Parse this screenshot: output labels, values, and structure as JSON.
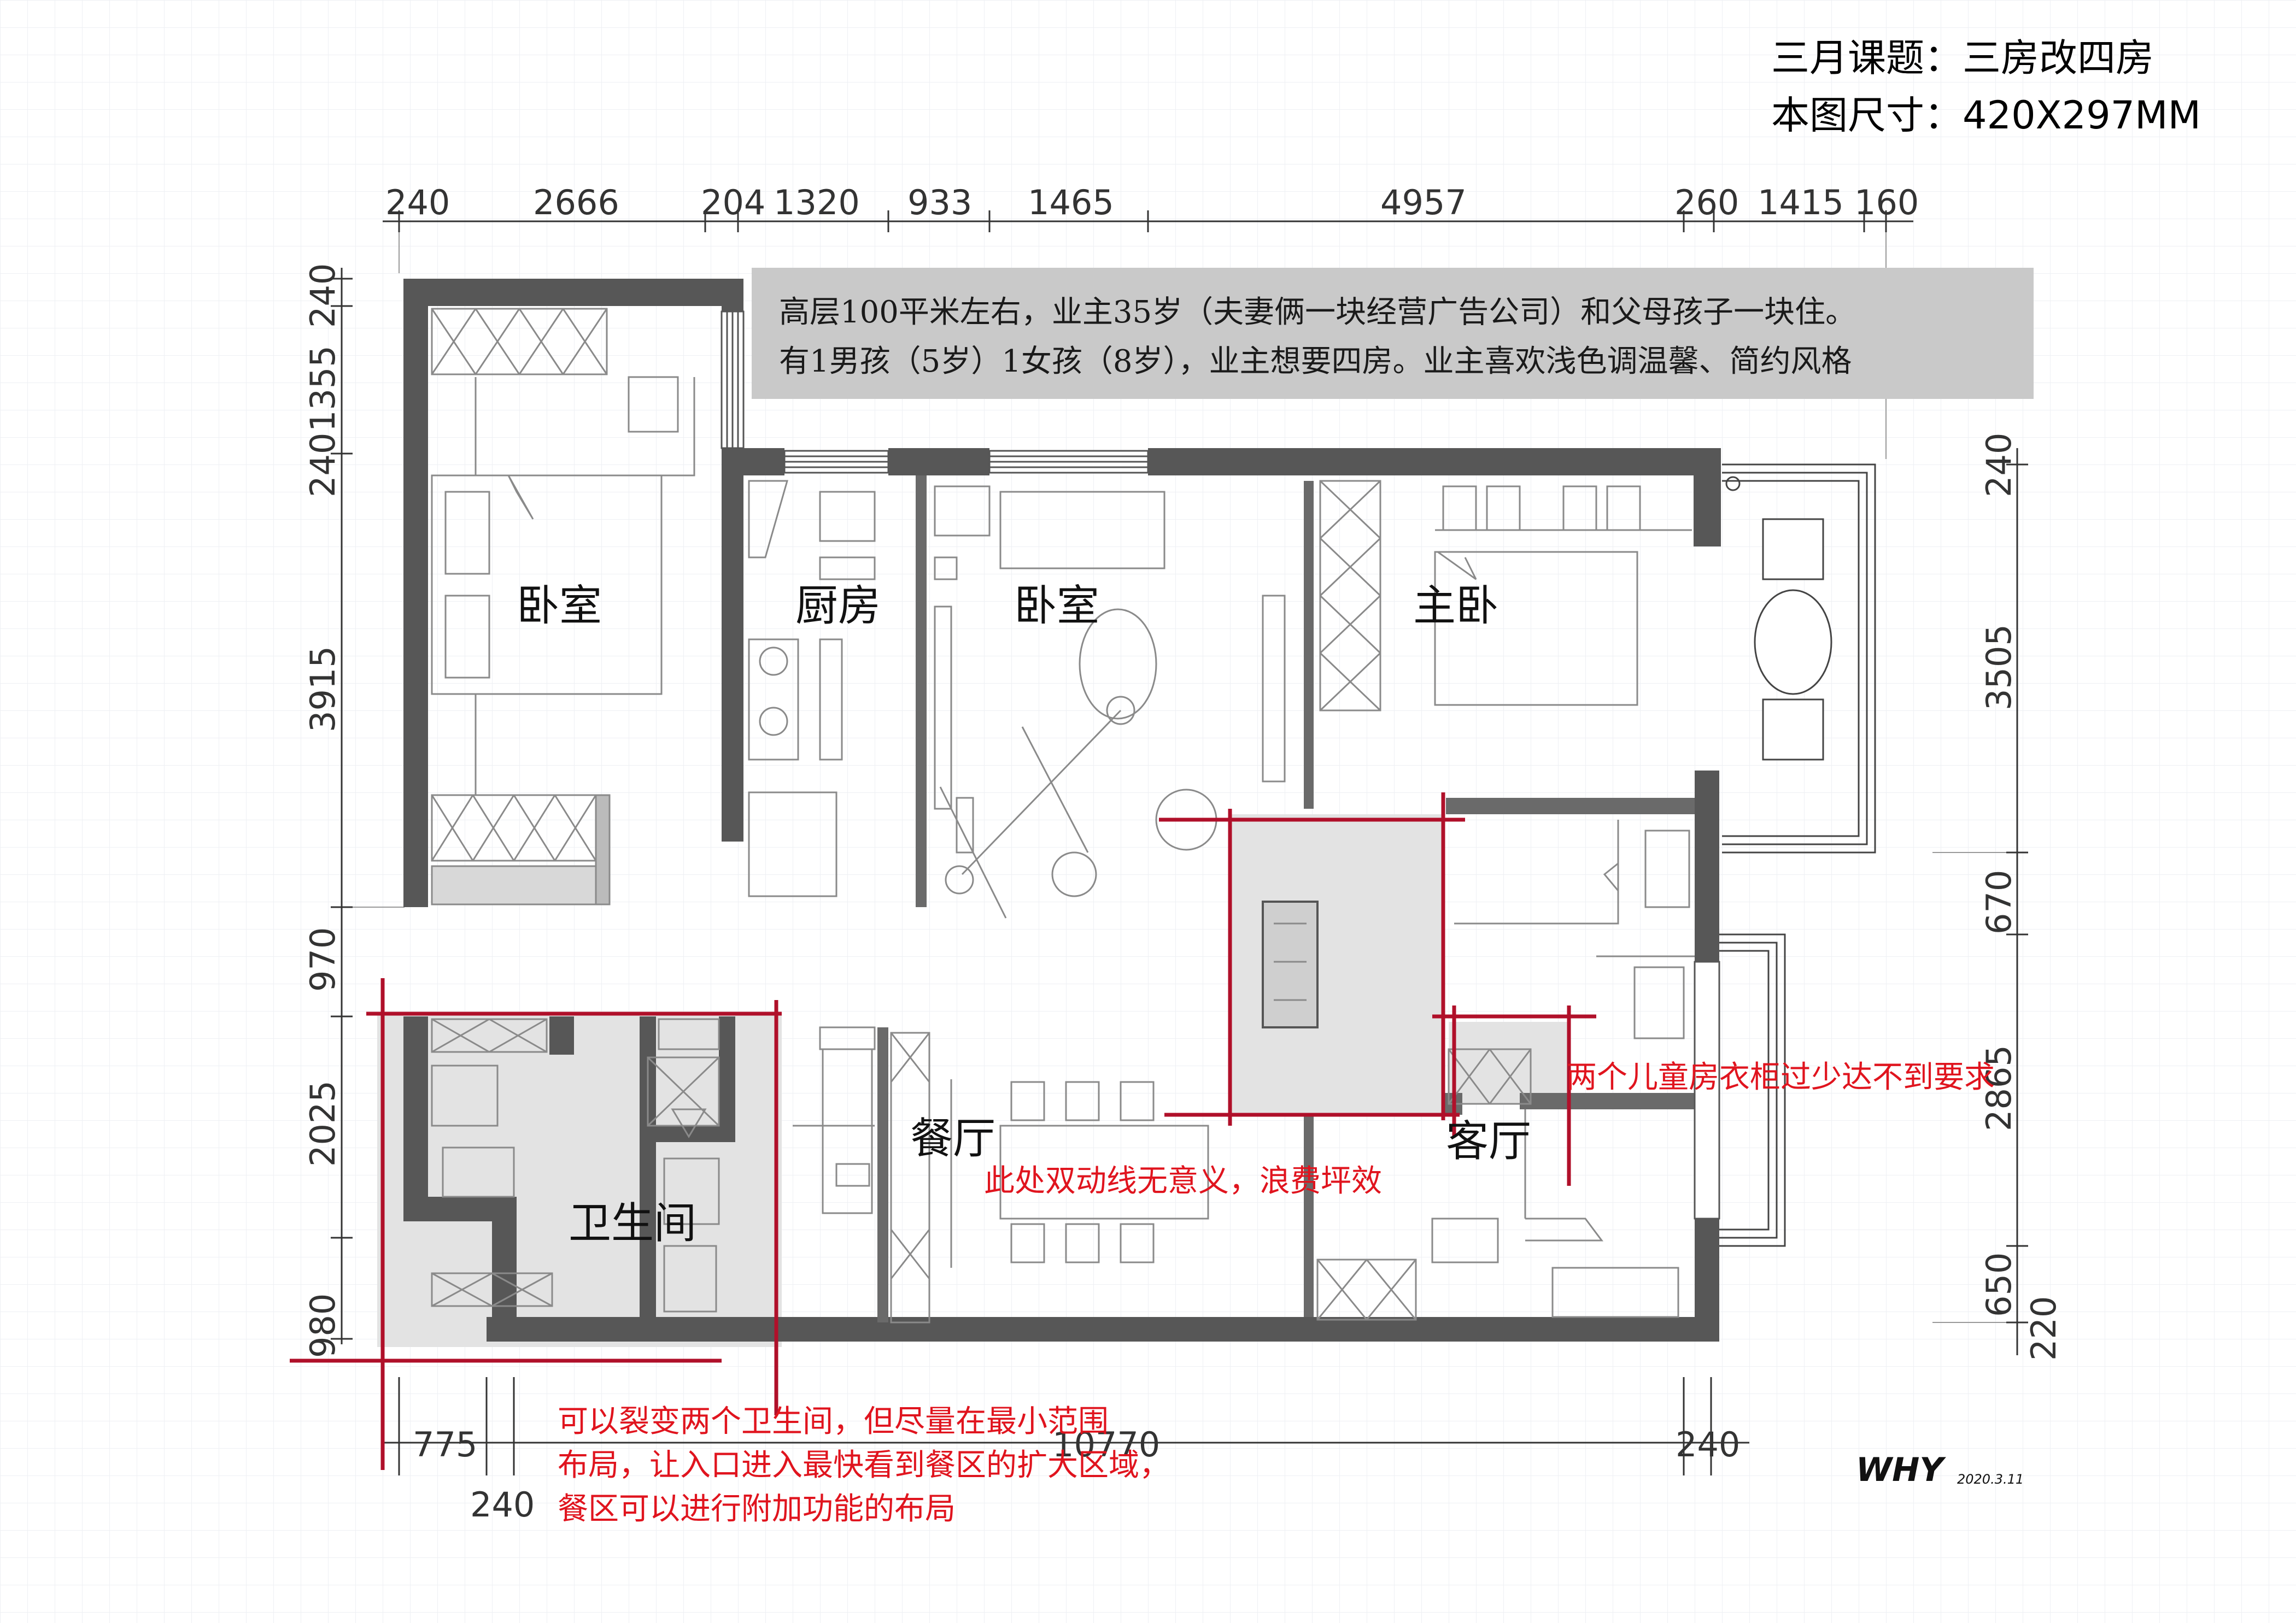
{
  "title": {
    "line1": "三月课题：三房改四房",
    "line2": "本图尺寸：420X297MM"
  },
  "brief": {
    "line1": "高层100平米左右，业主35岁（夫妻俩一块经营广告公司）和父母孩子一块住。",
    "line2": "有1男孩（5岁）1女孩（8岁），业主想要四房。业主喜欢浅色调温馨、简约风格"
  },
  "rooms": {
    "bedroom_left": "卧室",
    "kitchen": "厨房",
    "bedroom_mid": "卧室",
    "master_bedroom": "主卧",
    "dining": "餐厅",
    "bathroom": "卫生间",
    "living": "客厅"
  },
  "dimensions": {
    "top": [
      "240",
      "2666",
      "204",
      "1320",
      "933",
      "1465",
      "4957",
      "260",
      "1415",
      "160"
    ],
    "left": [
      "240",
      "1355",
      "240",
      "3915",
      "970",
      "2025",
      "980"
    ],
    "right": [
      "240",
      "3505",
      "670",
      "2865",
      "650",
      "220"
    ],
    "bottom": [
      "775",
      "240",
      "10770",
      "240"
    ]
  },
  "annotations": {
    "wardrobe": "两个儿童房衣柜过少达不到要求",
    "double_path": "此处双动线无意义，浪费坪效",
    "bathroom_note_line1": "可以裂变两个卫生间，但尽量在最小范围",
    "bathroom_note_line2": "布局，让入口进入最快看到餐区的扩大区域，",
    "bathroom_note_line3": "餐区可以进行附加功能的布局"
  },
  "signature": {
    "name": "WHY",
    "date": "2020.3.11"
  },
  "colors": {
    "wall": "#575757",
    "annotation_red": "#e0141e",
    "redline": "#b0102a",
    "highlight_fill": "#e3e3e3",
    "brief_bg": "#c9c9c9",
    "grid": "#eef0f4"
  }
}
